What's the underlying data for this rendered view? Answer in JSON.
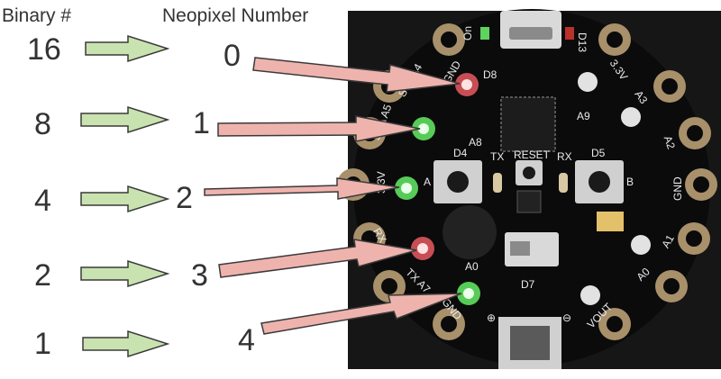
{
  "headers": {
    "binary": "Binary #",
    "neopixel": "Neopixel Number"
  },
  "rows": [
    {
      "binary": "16",
      "neopixel": "0",
      "led_color": "#e85a62"
    },
    {
      "binary": "8",
      "neopixel": "1",
      "led_color": "#5fe05f"
    },
    {
      "binary": "4",
      "neopixel": "2",
      "led_color": "#5fe05f"
    },
    {
      "binary": "2",
      "neopixel": "3",
      "led_color": "#e85a62"
    },
    {
      "binary": "1",
      "neopixel": "4",
      "led_color": "#5fe05f"
    }
  ],
  "board_labels": {
    "on": "On",
    "d13": "D13",
    "gnd_top": "GND",
    "d8": "D8",
    "v33": "3.3V",
    "a3": "A3",
    "a9": "A9",
    "a2": "A2",
    "scl_a4": "SCL A4",
    "sda_a5": "SDA A5",
    "a8": "A8",
    "d4": "D4",
    "tx_top": "TX",
    "reset": "RESET",
    "rx_top": "RX",
    "d5": "D5",
    "btn_a": "A",
    "btn_b": "B",
    "gnd_right": "GND",
    "v33_left": "3.3V",
    "rx_a6": "RX A6",
    "a1": "A1",
    "tx_a7": "TX A7",
    "a0": "A0",
    "d7": "D7",
    "a0_right": "A0",
    "gnd_bottom": "GND",
    "vout": "VOUT",
    "plus": "⊕",
    "minus": "⊖"
  },
  "colors": {
    "green_arrow": "#c9e3b0",
    "green_arrow_stroke": "#3a3a3a",
    "pink_arrow": "#efb3ae",
    "pink_arrow_stroke": "#3a3a3a",
    "board_bg": "#161616",
    "board_black": "#0b0b0b",
    "pad_gold": "#a8906a"
  }
}
